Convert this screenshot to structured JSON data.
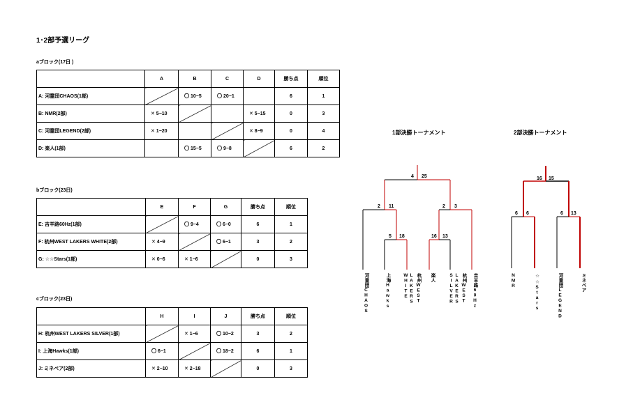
{
  "title": "1･2部予選リーグ",
  "blocks": [
    {
      "label": "aブロック(17日 )",
      "header": [
        "",
        "A",
        "B",
        "C",
        "D",
        "勝ち点",
        "順位"
      ],
      "rows": [
        [
          "A:  河童団CHAOS(1部)",
          null,
          "〇  10−5",
          "〇  20−1",
          "",
          "6",
          "1"
        ],
        [
          "B:  NMR(2部)",
          "✕  5−10",
          null,
          "",
          "✕  5−15",
          "0",
          "3"
        ],
        [
          "C:  河童団LEGEND(2部)",
          "✕  1−20",
          "",
          null,
          "✕  8−9",
          "0",
          "4"
        ],
        [
          "D:  楽人(1部)",
          "",
          "〇  15−5",
          "〇  9−8",
          null,
          "6",
          "2"
        ]
      ]
    },
    {
      "label": "bブロック(23日)",
      "header": [
        "",
        "E",
        "F",
        "G",
        "勝ち点",
        "順位"
      ],
      "rows": [
        [
          "E:  吉羊路60Hz(1部)",
          null,
          "〇  9−4",
          "〇  6−0",
          "6",
          "1"
        ],
        [
          "F:  杭州WEST  LAKERS  WHITE(2部)",
          "✕  4−9",
          null,
          "〇  6−1",
          "3",
          "2"
        ],
        [
          "G:  ☆☆Stars(1部)",
          "✕  0−6",
          "✕  1−6",
          null,
          "0",
          "3"
        ]
      ]
    },
    {
      "label": "cブロック(23日)",
      "header": [
        "",
        "H",
        "I",
        "J",
        "勝ち点",
        "順位"
      ],
      "rows": [
        [
          "H:  杭州WEST  LAKERS  SILVER(1部)",
          null,
          "✕  1−6",
          "〇  10−2",
          "3",
          "2"
        ],
        [
          "I:  上海Hawks(1部)",
          "〇  6−1",
          null,
          "〇  18−2",
          "6",
          "1"
        ],
        [
          "J:  ミネベア(2部)",
          "✕  2−10",
          "✕  2−18",
          null,
          "0",
          "3"
        ]
      ]
    }
  ],
  "tournament1": {
    "title": "1部決勝トーナメント",
    "scores": [
      "4",
      "25",
      "2",
      "11",
      "2",
      "3",
      "5",
      "18",
      "16",
      "13"
    ],
    "teams": [
      [
        "河童団CHAOS"
      ],
      [
        "上海Hawks"
      ],
      [
        "杭州WEST",
        "LAKERS",
        "WHITE"
      ],
      [
        "楽人"
      ],
      [
        "杭州WEST",
        "LAKERS",
        "SILVER"
      ],
      [
        "吉羊路60Hz"
      ]
    ]
  },
  "tournament2": {
    "title": "2部決勝トーナメント",
    "scores": [
      "16",
      "15",
      "6",
      "6",
      "6",
      "13"
    ],
    "teams": [
      [
        "NMR"
      ],
      [
        "☆☆Stars"
      ],
      [
        "河童団LEGEND"
      ],
      [
        "ミネベア"
      ]
    ]
  },
  "colors": {
    "win": "#c00000",
    "line": "#000000"
  }
}
